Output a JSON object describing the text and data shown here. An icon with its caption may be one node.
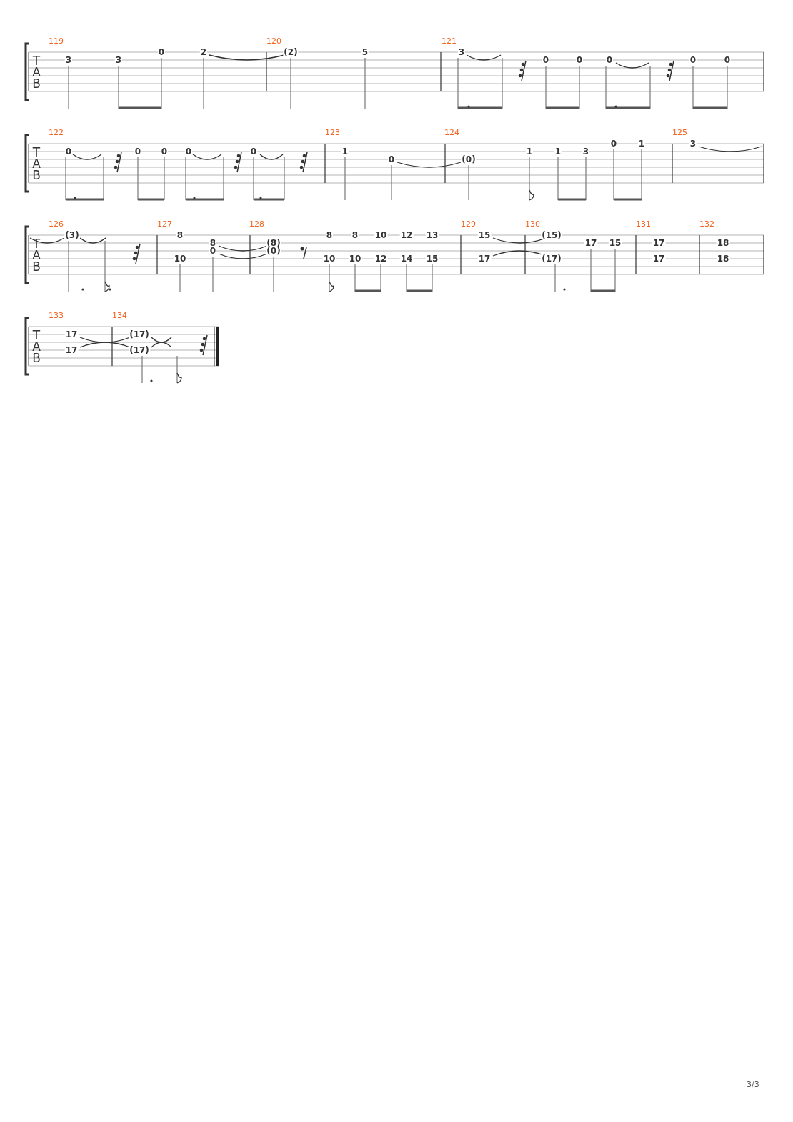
{
  "diagram": {
    "labels": [
      "T",
      "A",
      "B",
      "119",
      "3",
      "3",
      "0",
      "2",
      "120",
      "(2)",
      "5",
      "121",
      "3",
      "0",
      "0",
      "0",
      "0",
      "0",
      "T",
      "A",
      "B",
      "122",
      "0",
      "0",
      "0",
      "0",
      "0",
      "123",
      "1",
      "0",
      "124",
      "(0)",
      "1",
      "1",
      "3",
      "0",
      "1",
      "125",
      "3",
      "T",
      "A",
      "B",
      "126",
      "(3)",
      "127",
      "8",
      "10",
      "8",
      "0",
      "128",
      "(8)",
      "(0)",
      "8",
      "10",
      "8",
      "10",
      "10",
      "12",
      "12",
      "14",
      "13",
      "15",
      "129",
      "15",
      "17",
      "130",
      "(15)",
      "(17)",
      "17",
      "15",
      "131",
      "17",
      "17",
      "132",
      "18",
      "18",
      "T",
      "A",
      "B",
      "133",
      "17",
      "17",
      "134",
      "(17)",
      "(17)",
      "3/3"
    ]
  }
}
